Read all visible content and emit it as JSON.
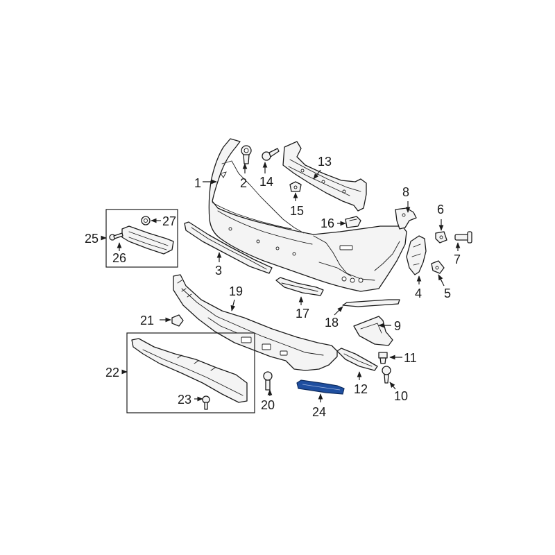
{
  "diagram": {
    "highlight_color": "#1f4fa0",
    "callouts": [
      {
        "id": "1",
        "label": "1"
      },
      {
        "id": "2",
        "label": "2"
      },
      {
        "id": "3",
        "label": "3"
      },
      {
        "id": "4",
        "label": "4"
      },
      {
        "id": "5",
        "label": "5"
      },
      {
        "id": "6",
        "label": "6"
      },
      {
        "id": "7",
        "label": "7"
      },
      {
        "id": "8",
        "label": "8"
      },
      {
        "id": "9",
        "label": "9"
      },
      {
        "id": "10",
        "label": "10"
      },
      {
        "id": "11",
        "label": "11"
      },
      {
        "id": "12",
        "label": "12"
      },
      {
        "id": "13",
        "label": "13"
      },
      {
        "id": "14",
        "label": "14"
      },
      {
        "id": "15",
        "label": "15"
      },
      {
        "id": "16",
        "label": "16"
      },
      {
        "id": "17",
        "label": "17"
      },
      {
        "id": "18",
        "label": "18"
      },
      {
        "id": "19",
        "label": "19"
      },
      {
        "id": "20",
        "label": "20"
      },
      {
        "id": "21",
        "label": "21"
      },
      {
        "id": "22",
        "label": "22"
      },
      {
        "id": "23",
        "label": "23"
      },
      {
        "id": "24",
        "label": "24",
        "highlighted": true
      },
      {
        "id": "25",
        "label": "25"
      },
      {
        "id": "26",
        "label": "26"
      },
      {
        "id": "27",
        "label": "27"
      }
    ]
  }
}
